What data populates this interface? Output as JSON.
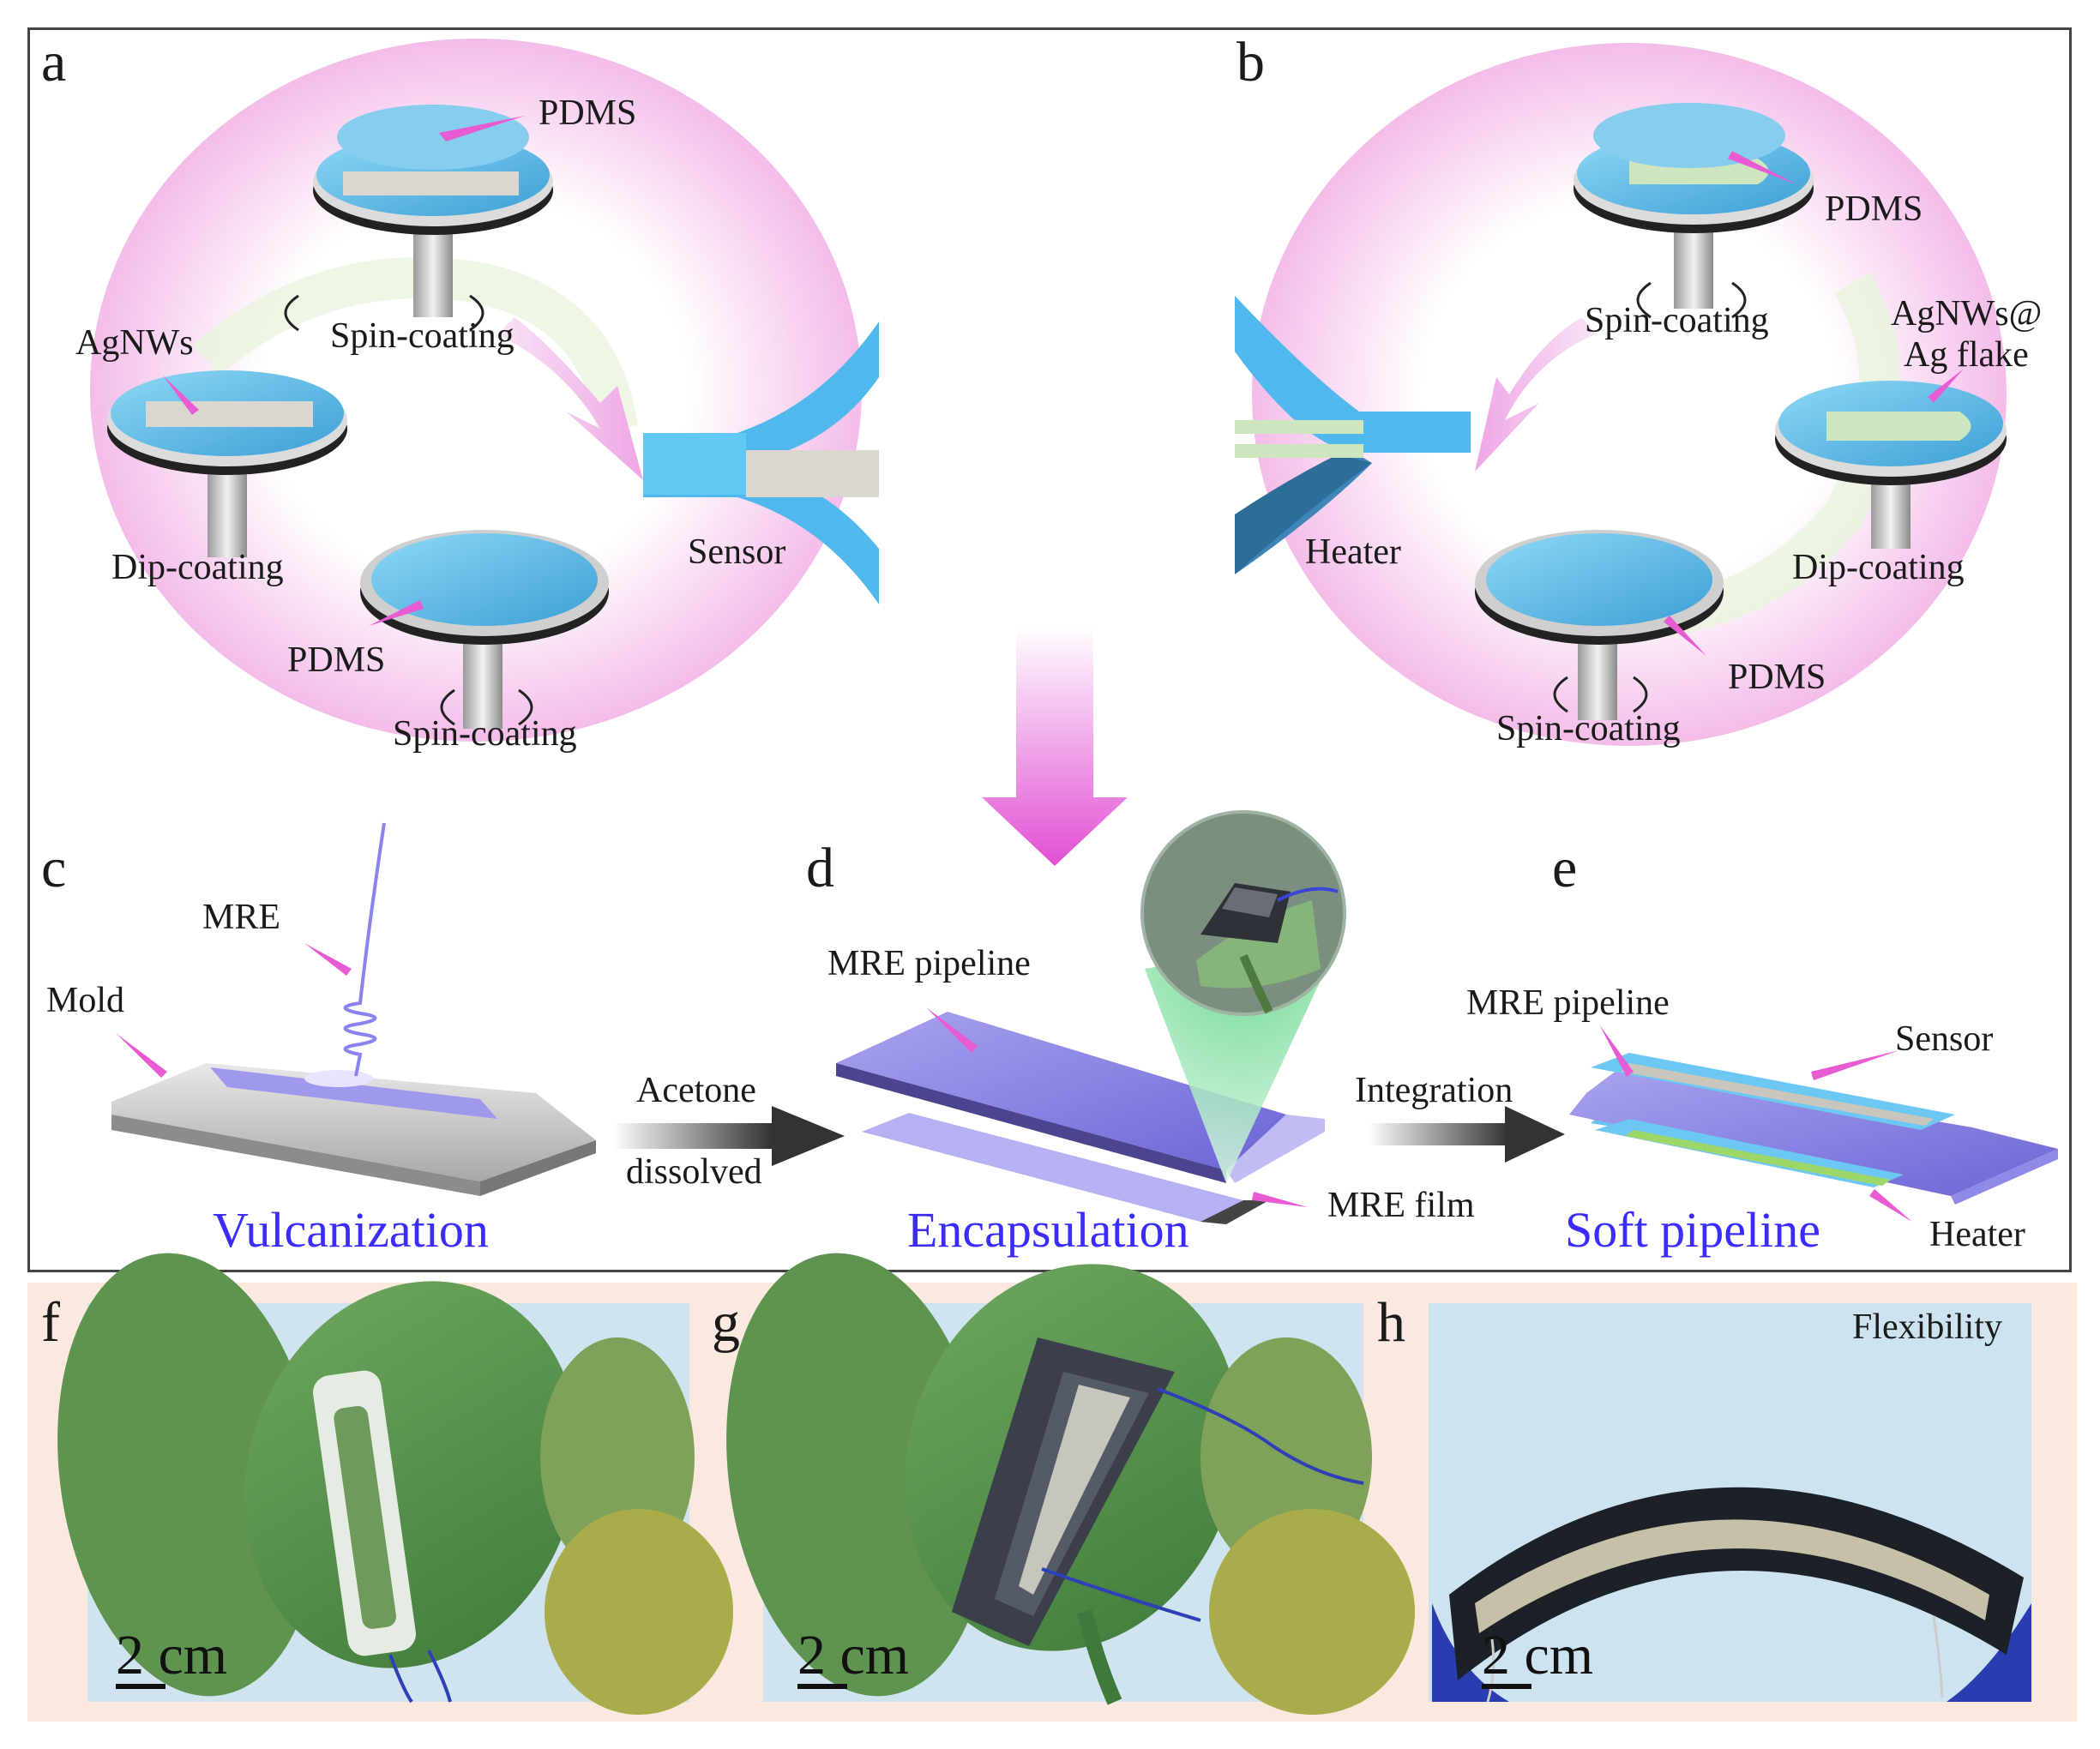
{
  "panel_letters": [
    "a",
    "b",
    "c",
    "d",
    "e",
    "f",
    "g",
    "h"
  ],
  "panel_a": {
    "pdms_top": "PDMS",
    "spin_top": "Spin-coating",
    "agnws": "AgNWs",
    "dip": "Dip-coating",
    "pdms_bottom": "PDMS",
    "spin_bottom": "Spin-coating",
    "result": "Sensor"
  },
  "panel_b": {
    "pdms_top": "PDMS",
    "spin_top": "Spin-coating",
    "agnws_line1": "AgNWs@",
    "agnws_line2": "Ag flake",
    "dip": "Dip-coating",
    "pdms_bottom": "PDMS",
    "spin_bottom": "Spin-coating",
    "result": "Heater"
  },
  "panel_c": {
    "mre": "MRE",
    "mold": "Mold",
    "caption": "Vulcanization"
  },
  "arrow_cd": {
    "top": "Acetone",
    "bottom": "dissolved"
  },
  "panel_d": {
    "pipeline": "MRE pipeline",
    "film": "MRE film",
    "caption": "Encapsulation"
  },
  "arrow_de": {
    "top": "Integration"
  },
  "panel_e": {
    "pipeline": "MRE pipeline",
    "sensor": "Sensor",
    "heater": "Heater",
    "caption": "Soft pipeline"
  },
  "panel_f": {
    "scale": "2 cm"
  },
  "panel_g": {
    "scale": "2 cm"
  },
  "panel_h": {
    "title": "Flexibility",
    "scale": "2 cm"
  },
  "colors": {
    "pdms_blue": "#5bbfe8",
    "mre_purple": "#8c86e8",
    "arrow_pink": "#e657d6",
    "caption_blue": "#3a2bff",
    "halo_pink": "#f6c6ee"
  }
}
